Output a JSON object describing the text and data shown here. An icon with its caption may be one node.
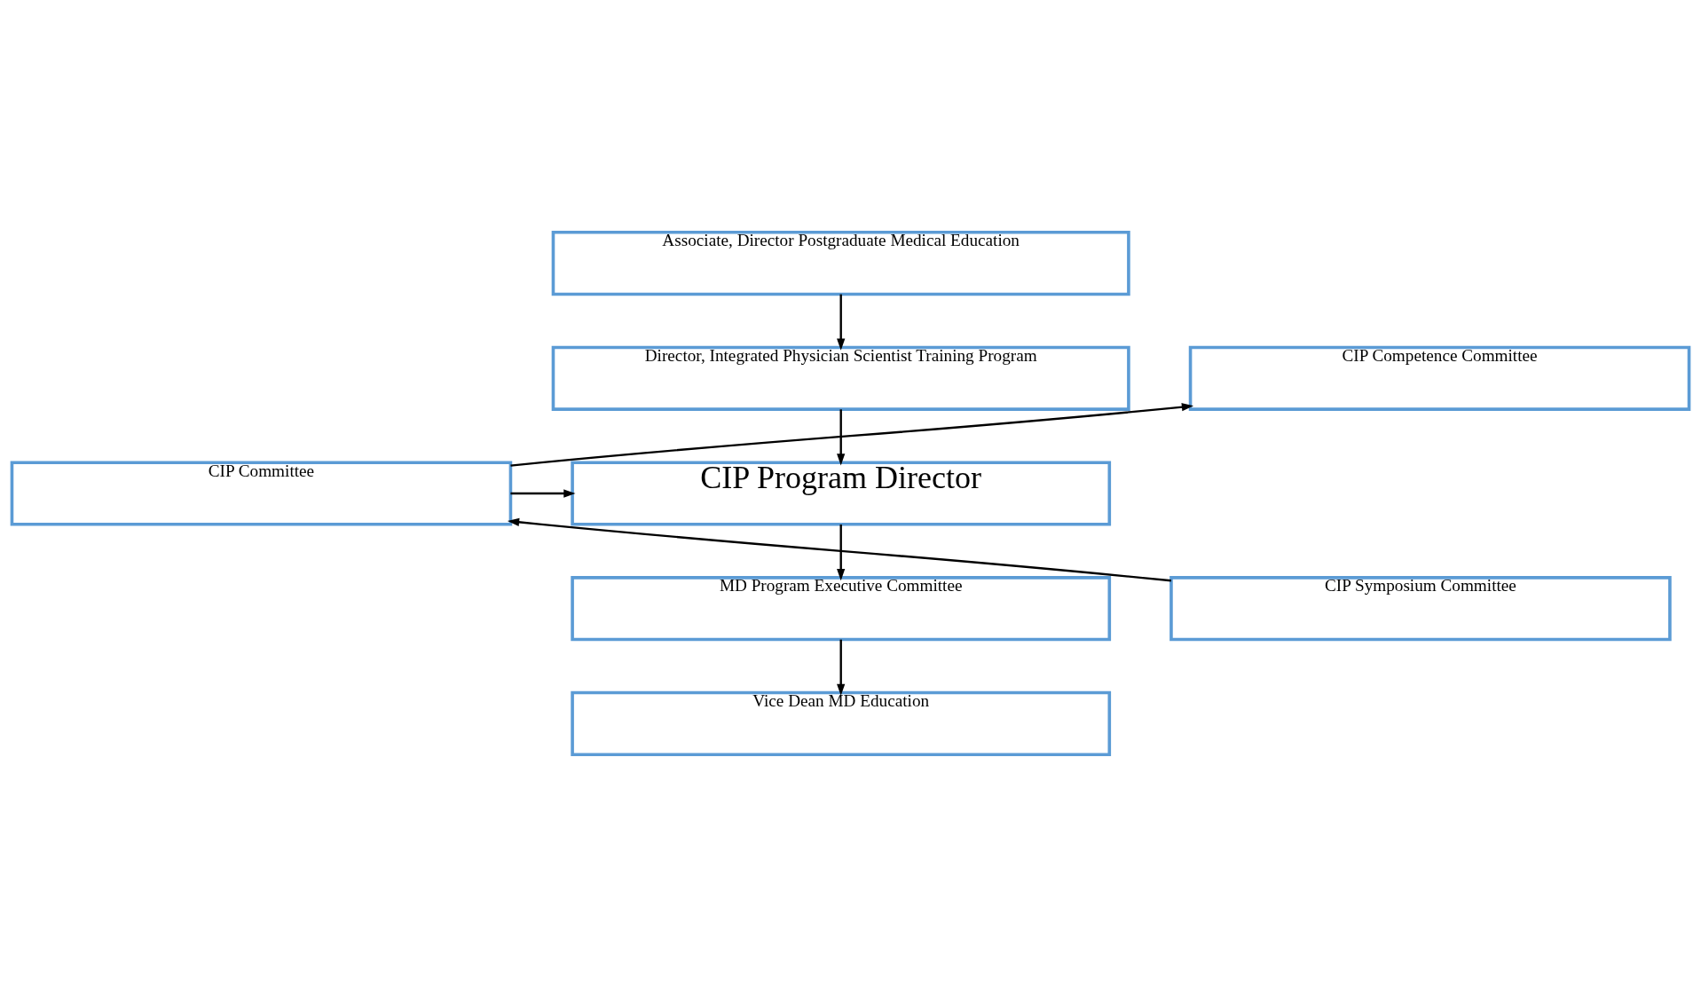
{
  "diagram": {
    "nodes": [
      {
        "text": [
          "Associate, Director Postgraduate Medical Education"
        ]
      },
      {
        "text": [
          "Director, Integrated Physician Scientist Training Program"
        ]
      },
      {
        "text": [
          "CIP Competence Committee"
        ]
      },
      {
        "text": [
          "CIP Program Director"
        ]
      },
      {
        "text": [
          "CIP Committee"
        ]
      },
      {
        "text": [
          "CIP Symposium Committee"
        ]
      },
      {
        "text": [
          "MD Program Executive Committee"
        ]
      },
      {
        "text": [
          "Vice Dean MD Education"
        ]
      }
    ],
    "edges": [
      {
        "from": 0,
        "to": 1,
        "arrow": "to"
      },
      {
        "from": 1,
        "to": 3,
        "arrow": "to"
      },
      {
        "from": 4,
        "to": 2,
        "arrow": "to"
      },
      {
        "from": 4,
        "to": 3,
        "arrow": "to"
      },
      {
        "from": 5,
        "to": 4,
        "arrow": "to"
      },
      {
        "from": 3,
        "to": 6,
        "arrow": "to"
      },
      {
        "from": 6,
        "to": 7,
        "arrow": "to"
      }
    ]
  }
}
